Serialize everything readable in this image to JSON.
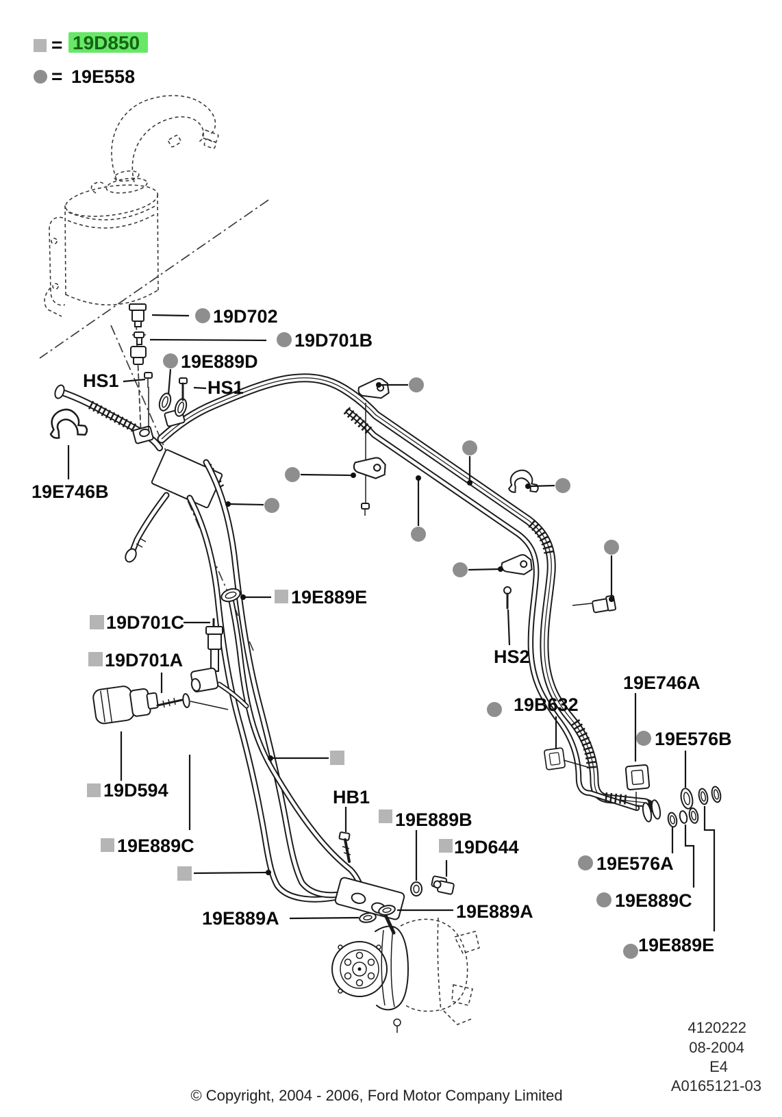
{
  "legend": {
    "equals": "=",
    "square_label": "19D850",
    "circle_label": "19E558"
  },
  "labels": {
    "d702": "19D702",
    "d701b": "19D701B",
    "e889d": "19E889D",
    "hs1_a": "HS1",
    "hs1_b": "HS1",
    "e746b": "19E746B",
    "e889e_u": "19E889E",
    "d701c": "19D701C",
    "d701a": "19D701A",
    "d594": "19D594",
    "e889c_l": "19E889C",
    "hb1": "HB1",
    "e889b": "19E889B",
    "d644": "19D644",
    "e889a_l": "19E889A",
    "e889a_r": "19E889A",
    "hs2": "HS2",
    "b632": "19B632",
    "e746a": "19E746A",
    "e576b": "19E576B",
    "e576a": "19E576A",
    "e889c_r": "19E889C",
    "e889e_r": "19E889E"
  },
  "footer": {
    "doc_number": "4120222",
    "date": "08-2004",
    "frame": "E4",
    "drawing_id": "A0165121-03",
    "copyright": "© Copyright, 2004 - 2006, Ford Motor Company Limited"
  },
  "colors": {
    "highlight": "#67e867",
    "highlight_text": "#156415",
    "square_marker": "#b5b5b5",
    "circle_marker": "#8e8e8e"
  }
}
